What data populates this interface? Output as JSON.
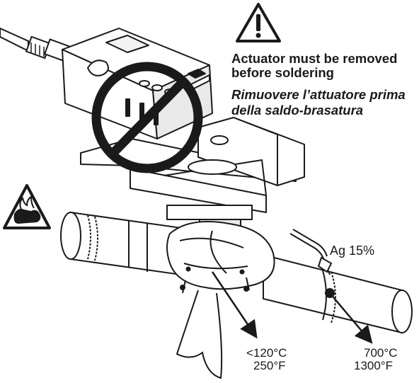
{
  "warning_en": "Actuator must be removed before soldering",
  "warning_it": "Rimuovere l’attuatore prima della saldo-brasatura",
  "solder_label": "Ag 15%",
  "temp_low_c": "<120°C",
  "temp_low_f": "250°F",
  "temp_high_c": "700°C",
  "temp_high_f": "1300°F",
  "icons": [
    "warning-triangle-icon",
    "hot-hand-icon",
    "no-symbol-icon"
  ],
  "colors": {
    "line": "#1a1a1a",
    "fill_light": "#ffffff",
    "fill_grey": "#e6e6e6"
  }
}
